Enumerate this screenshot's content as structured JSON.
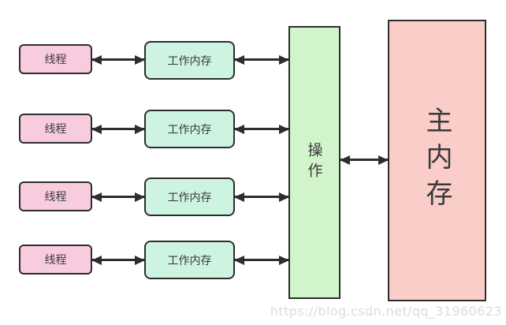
{
  "diagram": {
    "rows": [
      {
        "thread_label": "线程",
        "working_memory_label": "工作内存"
      },
      {
        "thread_label": "线程",
        "working_memory_label": "工作内存"
      },
      {
        "thread_label": "线程",
        "working_memory_label": "工作内存"
      },
      {
        "thread_label": "线程",
        "working_memory_label": "工作内存"
      }
    ],
    "operation_label": "操作",
    "main_memory_label": "主内存",
    "watermark_text": "https://blog.csdn.net/qq_31960623",
    "colors": {
      "background": "#ffffff",
      "thread_fill": "#f8cbdf",
      "working_memory_fill": "#cdf3e1",
      "operation_fill": "#d2f4cc",
      "main_memory_fill": "#fbcdc9",
      "border": "#2d2d2d",
      "text": "#3a3a3a",
      "watermark": "#dcdcdc"
    }
  }
}
